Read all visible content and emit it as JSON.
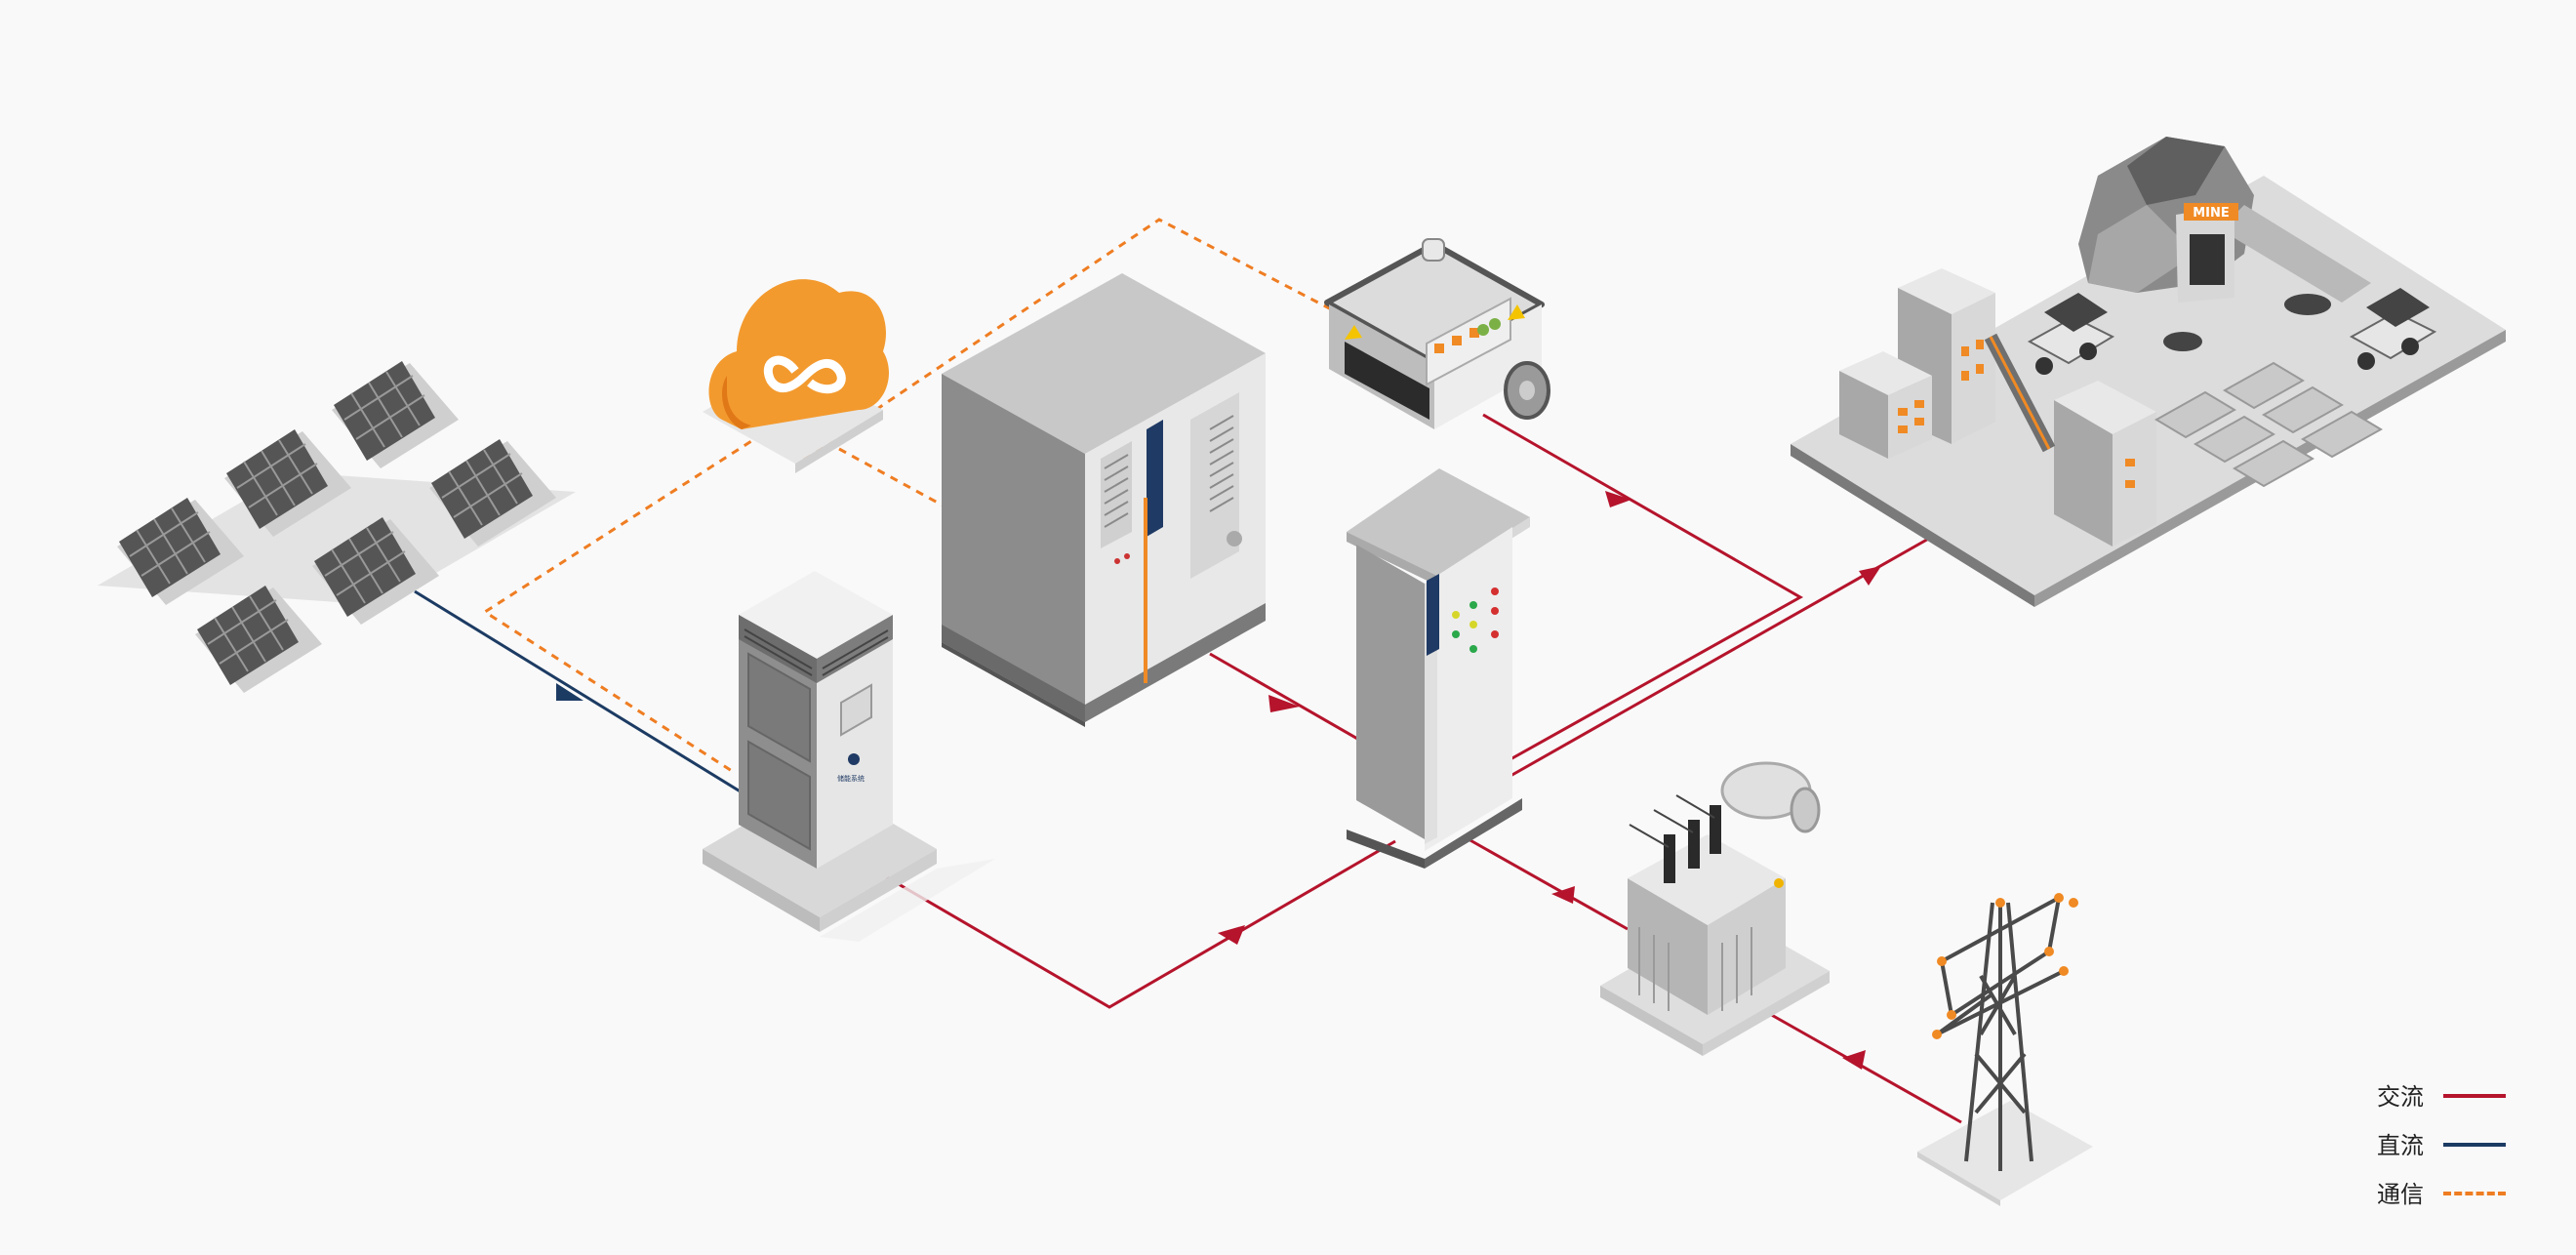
{
  "legend": {
    "items": [
      {
        "key": "ac",
        "label": "交流",
        "color": "#b5142c",
        "style": "solid"
      },
      {
        "key": "dc",
        "label": "直流",
        "color": "#1c3b63",
        "style": "solid"
      },
      {
        "key": "comm",
        "label": "通信",
        "color": "#ef7d22",
        "style": "dashed"
      }
    ]
  },
  "equipment": {
    "mine_sign": "MINE",
    "combiner_logo_text": "储能系统"
  },
  "colors": {
    "ac_line": "#b5142c",
    "dc_line": "#1c3b63",
    "comm_line": "#ef7d22",
    "cloud": "#f39a2e",
    "cabinet_grey": "#c8c8c8",
    "brand_navy": "#1f3a64",
    "accent_orange": "#f08a24"
  },
  "icons": [
    "solar-array-icon",
    "cloud-platform-icon",
    "pcs-converter-icon",
    "storage-cabinet-icon",
    "generator-icon",
    "distribution-cabinet-icon",
    "transformer-icon",
    "transmission-tower-icon",
    "mine-site-icon"
  ]
}
